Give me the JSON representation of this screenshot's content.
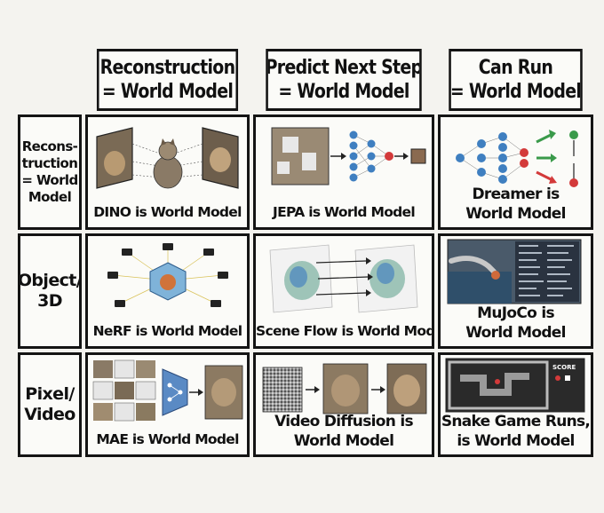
{
  "columns": [
    {
      "line1": "Reconstruction",
      "line2": "= World Model"
    },
    {
      "line1": "Predict Next Step",
      "line2": "= World Model"
    },
    {
      "line1": "Can Run",
      "line2": "= World Model"
    }
  ],
  "rows": [
    {
      "lines": [
        "Recons-",
        "truction",
        "= World",
        "Model"
      ]
    },
    {
      "lines": [
        "Object/",
        "3D"
      ]
    },
    {
      "lines": [
        "Pixel/",
        "Video"
      ]
    }
  ],
  "cells": [
    [
      "DINO is World Model",
      "JEPA is World Model",
      [
        "Dreamer is",
        "World Model"
      ]
    ],
    [
      "NeRF is World Model",
      "Scene Flow is World Model",
      [
        "MuJoCo is",
        "World Model"
      ]
    ],
    [
      "MAE is World Model",
      [
        "Video Diffusion is",
        "World Model"
      ],
      [
        "Snake Game Runs,",
        "is World Model"
      ]
    ]
  ],
  "snake": {
    "score_label": "SCORE"
  },
  "colors": {
    "border": "#141414",
    "network_node": "#3f7fc0",
    "highlight_node": "#d33a3a",
    "arrow_green": "#3a9a4a"
  }
}
